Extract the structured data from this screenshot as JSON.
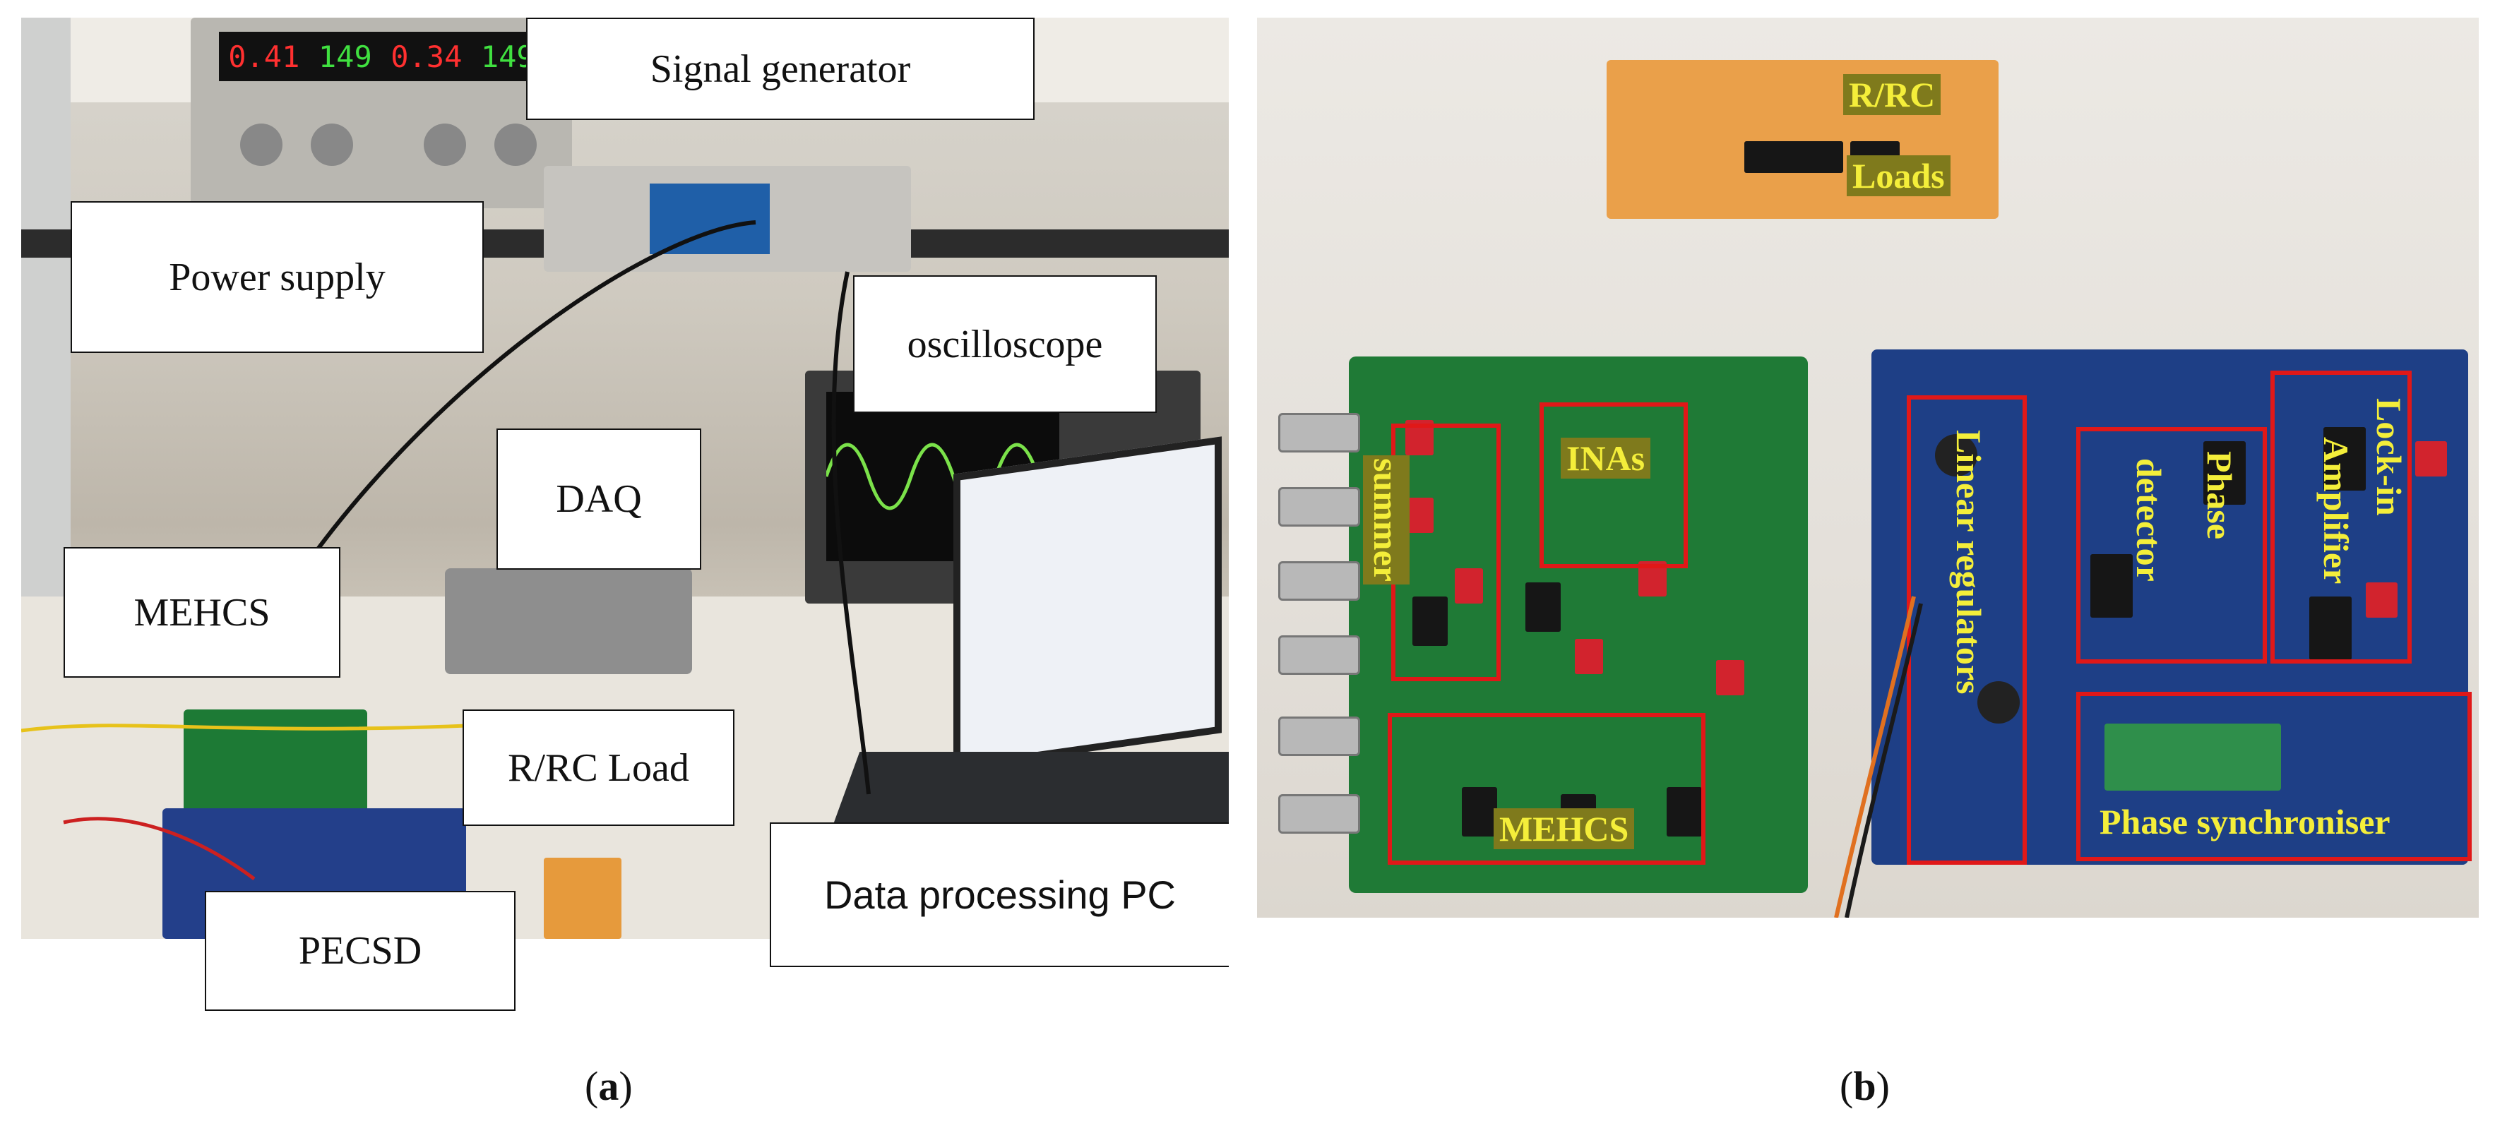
{
  "panel_a": {
    "callouts": {
      "signal_generator": "Signal generator",
      "power_supply": "Power supply",
      "oscilloscope": "oscilloscope",
      "daq": "DAQ",
      "mehcs": "MEHCS",
      "rrc_load": "R/RC Load",
      "data_processing_pc": "Data processing PC",
      "pecsd": "PECSD"
    },
    "instrument_display": [
      "0.41",
      "149",
      "0.34",
      "149"
    ],
    "caption_letter": "a"
  },
  "panel_b": {
    "labels": {
      "r_rc": "R/RC",
      "loads": "Loads",
      "summer": "summer",
      "inas": "INAs",
      "mehcs": "MEHCS",
      "linear_regulators": "Linear regulators",
      "phase_detector_1": "Phase",
      "phase_detector_2": "detector",
      "amplifier": "Amplifier",
      "lock_in": "Lock-in",
      "phase_synchroniser": "Phase synchroniser"
    },
    "caption_letter": "b"
  },
  "colors": {
    "highlight_red": "#e01818",
    "label_yellow": "#f4ee3a",
    "pcb_green": "#1f7a36",
    "pcb_blue": "#1e3f86"
  }
}
